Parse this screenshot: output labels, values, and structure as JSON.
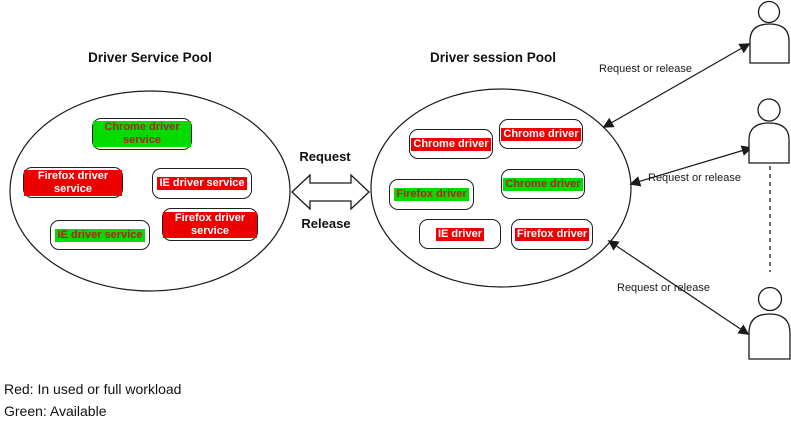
{
  "colors": {
    "red_highlight": "#ef0000",
    "green_highlight": "#00dc00",
    "red_box_text": "#ffffff",
    "green_box_text": "#b22222",
    "line": "#1a1a1a"
  },
  "service_pool": {
    "title": "Driver Service Pool",
    "boxes": [
      {
        "label": "Chrome driver service",
        "state": "green"
      },
      {
        "label": "Firefox driver service",
        "state": "red"
      },
      {
        "label": "IE driver service",
        "state": "red"
      },
      {
        "label": "IE driver service",
        "state": "green"
      },
      {
        "label": "Firefox driver service",
        "state": "red"
      }
    ]
  },
  "session_pool": {
    "title": "Driver session Pool",
    "boxes": [
      {
        "label": "Chrome driver",
        "state": "red"
      },
      {
        "label": "Chrome driver",
        "state": "red"
      },
      {
        "label": "Firefox driver",
        "state": "green"
      },
      {
        "label": "Chrome driver",
        "state": "green"
      },
      {
        "label": "IE driver",
        "state": "red"
      },
      {
        "label": "Firefox driver",
        "state": "red"
      }
    ]
  },
  "exchange": {
    "request_label": "Request",
    "release_label": "Release"
  },
  "user_links": [
    {
      "label": "Request or release"
    },
    {
      "label": "Request or release"
    },
    {
      "label": "Request or release"
    }
  ],
  "legend": {
    "red_line": "Red: In used or full workload",
    "green_line": "Green: Available"
  }
}
